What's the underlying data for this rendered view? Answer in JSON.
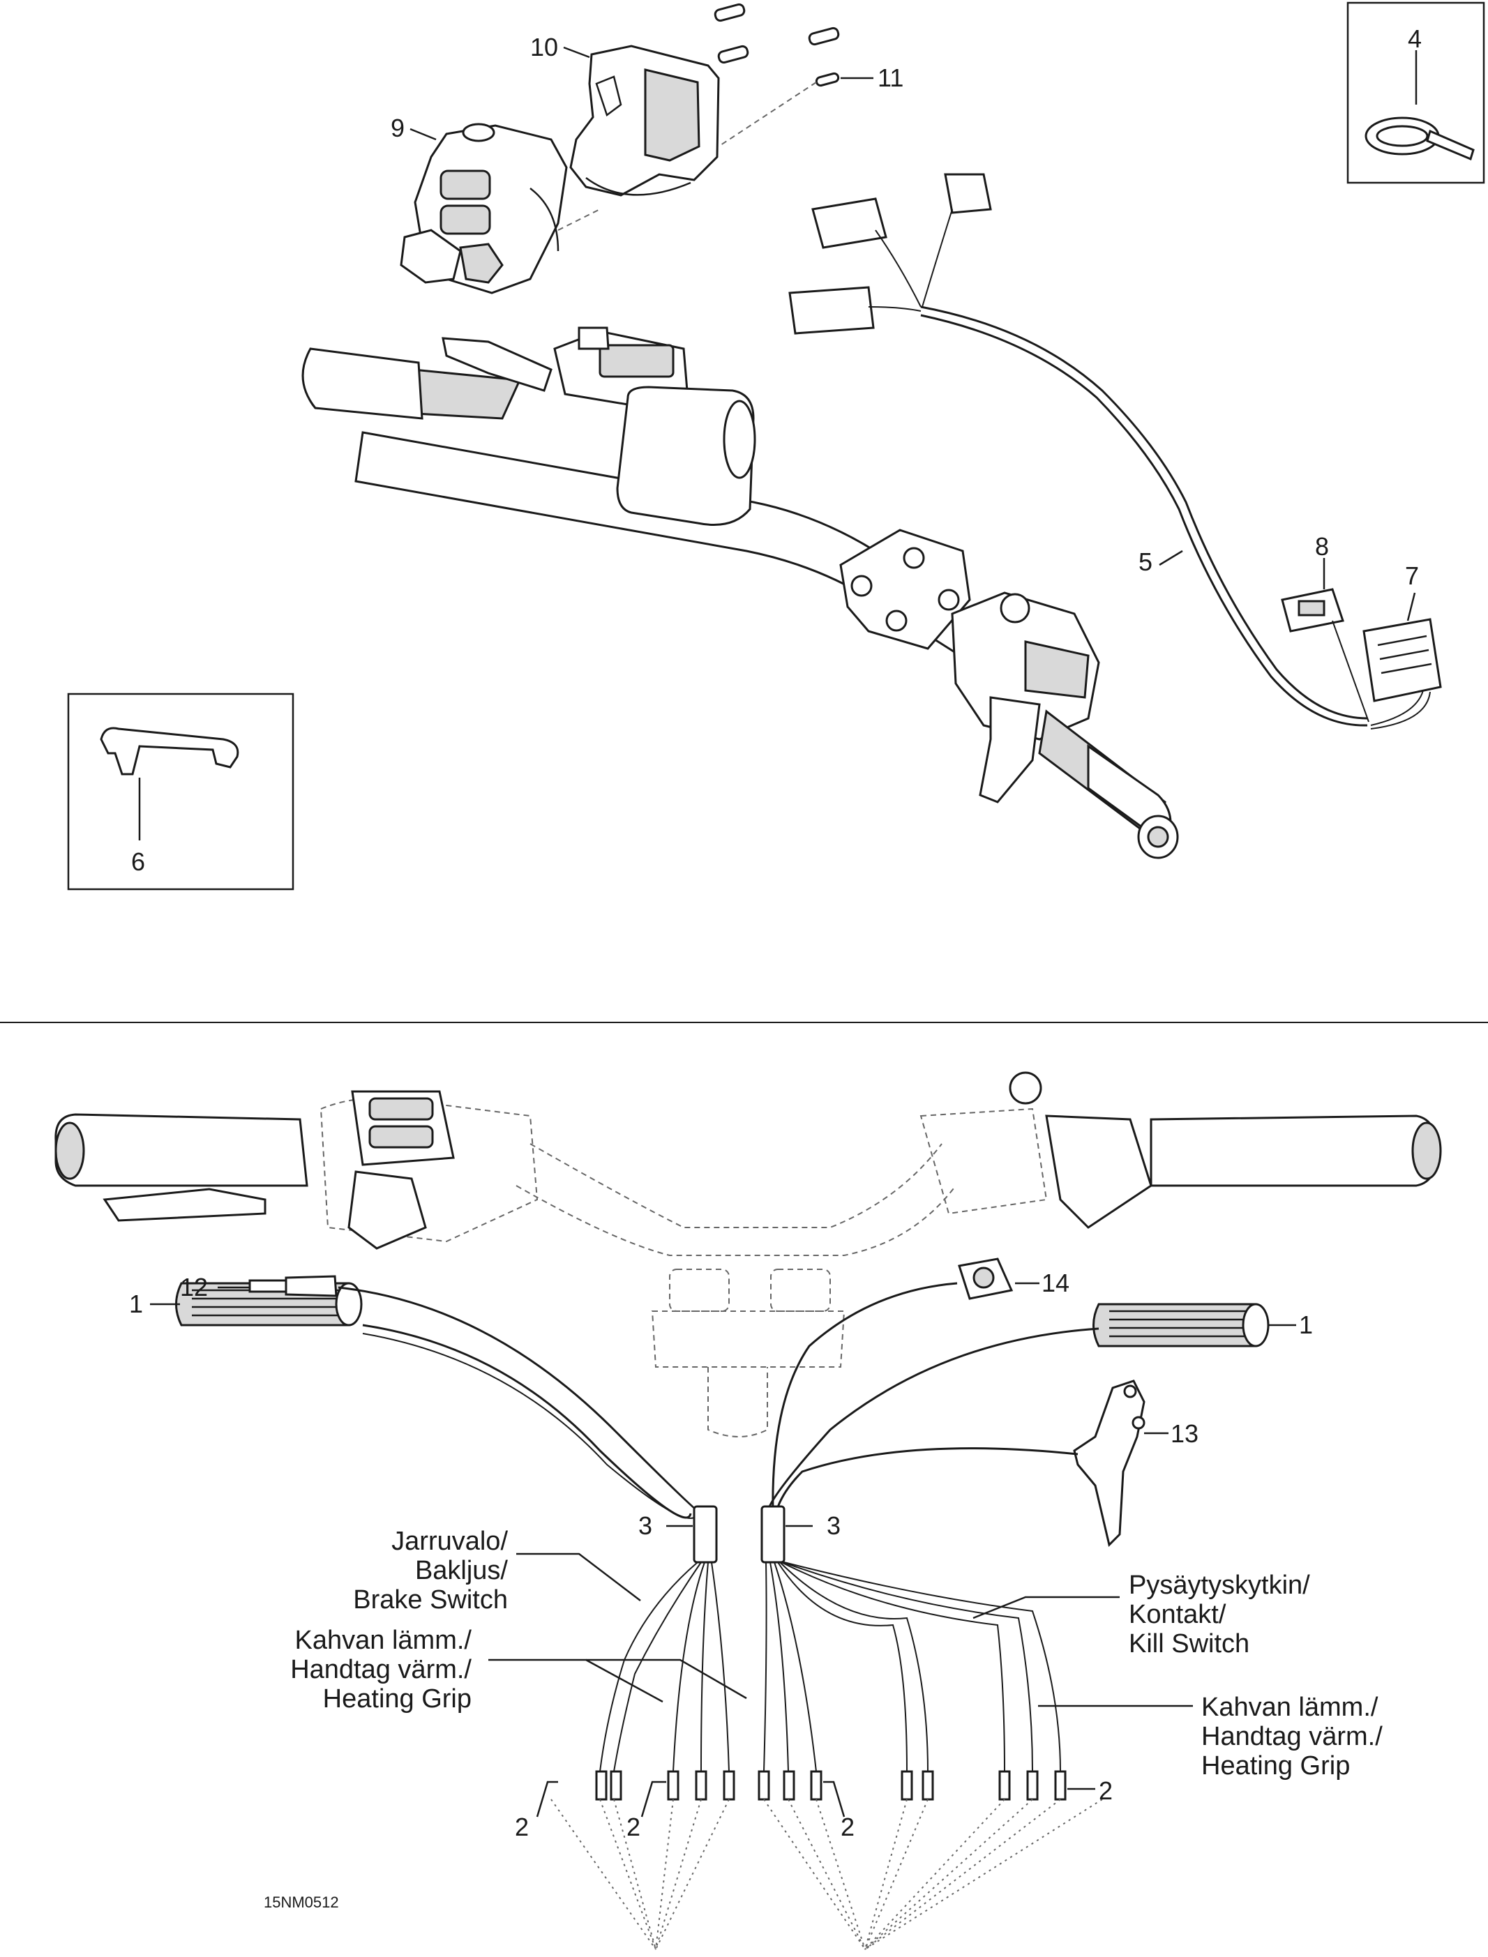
{
  "callouts": {
    "c1_left": "1",
    "c1_right": "1",
    "c2_a": "2",
    "c2_b": "2",
    "c2_c": "2",
    "c2_d": "2",
    "c3_left": "3",
    "c3_right": "3",
    "c4": "4",
    "c5": "5",
    "c6": "6",
    "c7": "7",
    "c8": "8",
    "c9": "9",
    "c10": "10",
    "c11": "11",
    "c12": "12",
    "c13": "13",
    "c14": "14"
  },
  "labels": {
    "brake_switch": [
      "Jarruvalo/",
      "Bakljus/",
      "Brake Switch"
    ],
    "heating_grip_left": [
      "Kahvan lämm./",
      "Handtag värm./",
      "Heating Grip"
    ],
    "kill_switch": [
      "Pysäytyskytkin/",
      "Kontakt/",
      "Kill Switch"
    ],
    "heating_grip_right": [
      "Kahvan lämm./",
      "Handtag värm./",
      "Heating Grip"
    ]
  },
  "drawing_code": "15NM0512"
}
